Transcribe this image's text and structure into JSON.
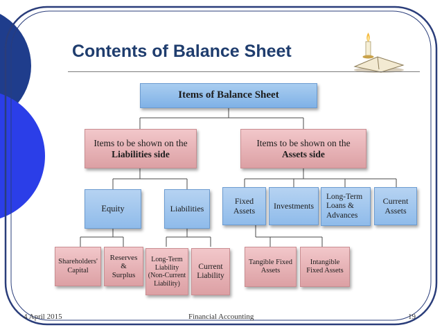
{
  "slide": {
    "title": "Contents of Balance Sheet",
    "footer_date": "4 April 2015",
    "footer_center": "Financial Accounting",
    "footer_page": "19"
  },
  "diagram": {
    "root": "Items of Balance Sheet",
    "liabilities_side": {
      "line1": "Items to be shown on the",
      "line2": "Liabilities side"
    },
    "assets_side": {
      "line1": "Items to be shown on the",
      "line2": "Assets side"
    },
    "equity": "Equity",
    "liabilities": "Liabilities",
    "fixed_assets": {
      "line1": "Fixed",
      "line2": "Assets"
    },
    "investments": "Investments",
    "long_term_loans": {
      "line1": "Long-Term",
      "line2": "Loans &",
      "line3": "Advances"
    },
    "current_assets": {
      "line1": "Current",
      "line2": "Assets"
    },
    "shareholders_capital": {
      "line1": "Shareholders'",
      "line2": "Capital"
    },
    "reserves_surplus": {
      "line1": "Reserves",
      "line2": "&",
      "line3": "Surplus"
    },
    "long_term_liability": {
      "line1": "Long-Term",
      "line2": "Liability",
      "line3": "(Non-Current",
      "line4": "Liability)"
    },
    "current_liability": {
      "line1": "Current",
      "line2": "Liability"
    },
    "tangible_fixed_assets": {
      "line1": "Tangible Fixed",
      "line2": "Assets"
    },
    "intangible_fixed_assets": {
      "line1": "Intangible",
      "line2": "Fixed Assets"
    }
  },
  "colors": {
    "title": "#1f3d6e",
    "circle_dark": "#1f3d8c",
    "circle_bright": "#2b3ee8",
    "box_blue": "#8fbbea",
    "box_pink": "#dca0a4",
    "frame": "#2a3d7a"
  },
  "icons": {
    "decoration": "candle-book-icon"
  }
}
